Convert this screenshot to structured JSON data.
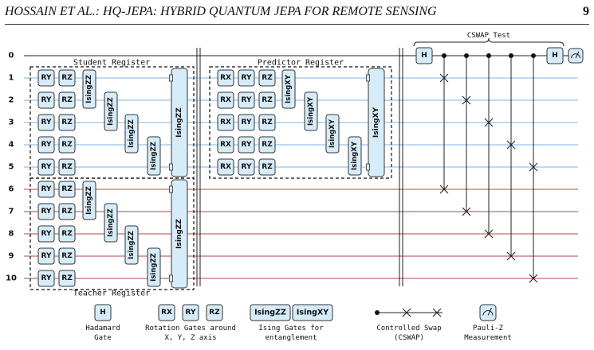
{
  "header": {
    "title": "HOSSAIN ET AL.: HQ-JEPA: HYBRID QUANTUM JEPA FOR REMOTE SENSING",
    "page_number": "9"
  },
  "circuit": {
    "wire_labels": [
      "0",
      "1",
      "2",
      "3",
      "4",
      "5",
      "6",
      "7",
      "8",
      "9",
      "10"
    ],
    "student_register_label": "Student Register",
    "predictor_register_label": "Predictor Register",
    "teacher_register_label": "Teacher Register",
    "cswap_label": "CSWAP Test",
    "gates": {
      "hadamard": "H",
      "rx": "RX",
      "ry": "RY",
      "rz": "RZ",
      "isingzz": "IsingZZ",
      "isingxy": "IsingXY"
    },
    "colors": {
      "student_wire": "#7fb3e8",
      "teacher_wire": "#b04a4a",
      "ancilla_wire": "#222222",
      "gate_fill": "#d6ecf8",
      "gate_stroke": "#333333"
    }
  },
  "legend": {
    "items": [
      {
        "label_line1": "Hadamard",
        "label_line2": "Gate"
      },
      {
        "label_line1": "Rotation Gates around",
        "label_line2": "X, Y, Z axis"
      },
      {
        "label_line1": "Ising Gates for",
        "label_line2": "entanglement"
      },
      {
        "label_line1": "Controlled Swap",
        "label_line2": "(CSWAP)"
      },
      {
        "label_line1": "Pauli-Z",
        "label_line2": "Measurement"
      }
    ]
  }
}
